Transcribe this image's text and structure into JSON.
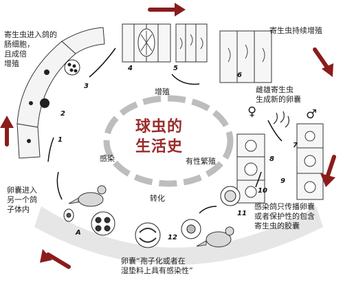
{
  "title_line1": "球虫的",
  "title_line2": "生活史",
  "stages": {
    "proliferation": "增殖",
    "infection": "感染",
    "sexual_reproduction": "有性繁殖",
    "transformation": "转化"
  },
  "annotations": {
    "enter_intestine": "寄生虫进入鸽的\n肠细胞，\n且成倍\n增殖",
    "continue_proliferate": "寄生虫持续增殖",
    "male_female": "雌雄寄生虫\n生成新的卵囊",
    "infected_pigeon": "感染鸽只传播卵囊\n或者保护性的包含\n寄生虫的胶囊",
    "oocyst_sporulate": "卵囊“孢子化或者在\n湿垫料上具有感染性”",
    "enter_other_pigeon": "卵囊进入\n另一个鸽\n子体内"
  },
  "step_numbers": [
    "1",
    "2",
    "3",
    "4",
    "5",
    "6",
    "7",
    "8",
    "9",
    "10",
    "11",
    "12",
    "A"
  ],
  "symbols": {
    "female": "♀",
    "male": "♂"
  },
  "colors": {
    "arrow_red": "#8b1c1c",
    "title_red": "#9a2a2a",
    "ring_gray": "#bdbdbd"
  }
}
